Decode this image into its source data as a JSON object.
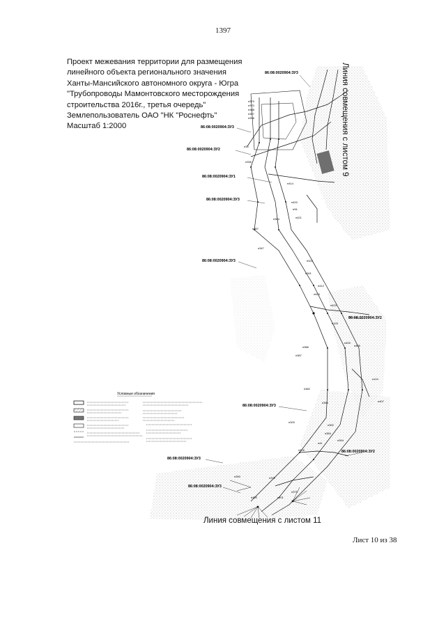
{
  "page_number": "1397",
  "title_lines": [
    "Проект межевания территории для размещения",
    "линейного объекта регионального значения",
    "Ханты-Мансийского автономного округа - Югра",
    "\"Трубопроводы Мамонтовского месторождения",
    "строительства 2016г., третья очередь\"",
    "Землепользователь ОАО \"НК \"Роснефть\"",
    "Масштаб 1:2000"
  ],
  "edge_labels": {
    "right": "Линия совмещения с листом 9",
    "bottom": "Линия совмещения с листом 11"
  },
  "sheet_label": "Лист 10 из 38",
  "parcels": [
    "86:08:0020904:ЗУ3",
    "86:08:0020904:ЗУ3",
    "86:08:0020904:ЗУ2",
    "86:08:0020904:ЗУ1",
    "86:08:0020904:ЗУ3",
    "86:08:0020904:ЗУ3",
    "86:08:0020904:ЗУ2",
    "86:08:0020904:ЗУ3",
    "86:08:0020904:ЗУ2",
    "86:08:0020904:ЗУ3",
    "86:08:0020904:ЗУ3"
  ],
  "points": [
    "н379",
    "н370",
    "н368",
    "н357",
    "н356",
    "н336",
    "н35",
    "н414",
    "н420",
    "н94",
    "н421",
    "н384",
    "н387",
    "н347",
    "н422",
    "н341",
    "н412",
    "н423",
    "н424",
    "н125",
    "н409",
    "н386",
    "н387",
    "н405",
    "н124",
    "н407",
    "н382",
    "н395",
    "н329",
    "н392",
    "н384",
    "н394",
    "н41",
    "н406",
    "н379",
    "н390",
    "н375",
    "н401",
    "н400"
  ],
  "legend": {
    "title": "Условные обозначения"
  },
  "colors": {
    "ink": "#111111",
    "forest_dots": "#8a8a8a",
    "shaded_block": "#6f6f6f"
  }
}
